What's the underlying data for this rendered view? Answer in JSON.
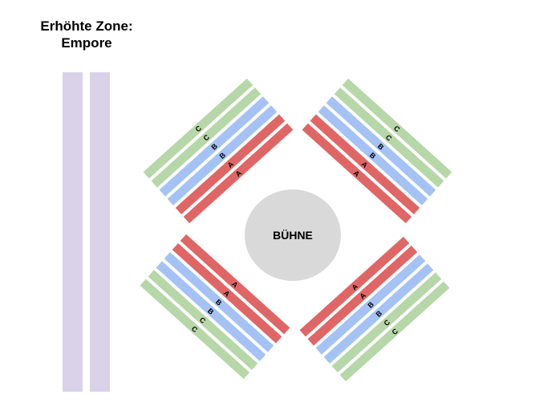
{
  "raised_zone": {
    "title_line1": "Erhöhte Zone:",
    "title_line2": "Empore",
    "color": "#d9d2e9",
    "bar_count": 2
  },
  "stage": {
    "label": "BÜHNE",
    "color": "#d9d9d9"
  },
  "row_colors": {
    "A": "#e06666",
    "B": "#a4c2f4",
    "C": "#b6d7a8"
  },
  "blocks": [
    {
      "name": "top-left",
      "rows": [
        "C",
        "C",
        "B",
        "B",
        "A",
        "A"
      ]
    },
    {
      "name": "top-right",
      "rows": [
        "C",
        "C",
        "B",
        "B",
        "A",
        "A"
      ]
    },
    {
      "name": "bottom-left",
      "rows": [
        "A",
        "A",
        "B",
        "B",
        "C",
        "C"
      ]
    },
    {
      "name": "bottom-right",
      "rows": [
        "A",
        "A",
        "B",
        "B",
        "C",
        "C"
      ]
    }
  ]
}
